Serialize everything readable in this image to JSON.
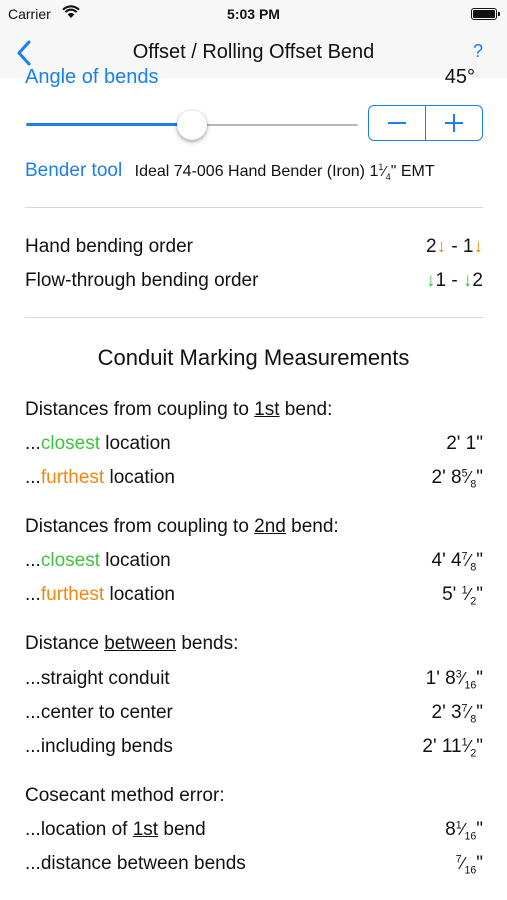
{
  "status_bar": {
    "carrier": "Carrier",
    "time": "5:03 PM"
  },
  "nav": {
    "back_icon": "chevron-left-icon",
    "title": "Offset / Rolling Offset Bend",
    "help": "?"
  },
  "controls": {
    "cutoff_label": "Angle of bends",
    "cutoff_value": "45°",
    "slider_value_fraction": 0.5,
    "stepper_minus_icon": "minus-icon",
    "stepper_plus_icon": "plus-icon"
  },
  "bender": {
    "label": "Bender tool",
    "value_prefix": "Ideal 74-006 Hand Bender (Iron) 1",
    "value_num": "1",
    "value_den": "4",
    "value_suffix": "\" EMT"
  },
  "bending_order": {
    "hand": {
      "label": "Hand bending order",
      "first": "2",
      "sep": " - 1",
      "arrow": "↓"
    },
    "flow": {
      "label": "Flow-through bending order",
      "first": "1 - ",
      "second": "2",
      "arrow": "↓"
    }
  },
  "section_title": "Conduit Marking Measurements",
  "first_bend": {
    "header_prefix": "Distances from coupling to ",
    "header_underlined": "1st",
    "header_suffix": " bend:",
    "closest": {
      "prefix": "...",
      "colored": "closest",
      "suffix": " location",
      "value": "2' 1\""
    },
    "furthest": {
      "prefix": "...",
      "colored": "furthest",
      "suffix": " location",
      "whole": "2' 8",
      "num": "5",
      "den": "8",
      "unit": "\""
    }
  },
  "second_bend": {
    "header_prefix": "Distances from coupling to ",
    "header_underlined": "2nd",
    "header_suffix": " bend:",
    "closest": {
      "prefix": "...",
      "colored": "closest",
      "suffix": " location",
      "whole": "4' 4",
      "num": "7",
      "den": "8",
      "unit": "\""
    },
    "furthest": {
      "prefix": "...",
      "colored": "furthest",
      "suffix": " location",
      "whole": "5' ",
      "num": "1",
      "den": "2",
      "unit": "\""
    }
  },
  "between": {
    "header_prefix": "Distance ",
    "header_underlined": "between",
    "header_suffix": " bends:",
    "straight": {
      "label": "...straight conduit",
      "whole": "1' 8",
      "num": "3",
      "den": "16",
      "unit": "\""
    },
    "center": {
      "label": "...center to center",
      "whole": "2' 3",
      "num": "7",
      "den": "8",
      "unit": "\""
    },
    "including": {
      "label": "...including bends",
      "whole": "2' 11",
      "num": "1",
      "den": "2",
      "unit": "\""
    }
  },
  "cosecant": {
    "header": "Cosecant method error:",
    "location": {
      "prefix": "...location of ",
      "underlined": "1st",
      "suffix": " bend",
      "whole": "8",
      "num": "1",
      "den": "16",
      "unit": "\""
    },
    "distance": {
      "label": "...distance between bends",
      "whole": "",
      "num": "7",
      "den": "16",
      "unit": "\""
    }
  },
  "colors": {
    "accent": "#1a7ff2",
    "closest": "#3ec43e",
    "furthest": "#f0880f",
    "divider": "#d6d6d6"
  }
}
